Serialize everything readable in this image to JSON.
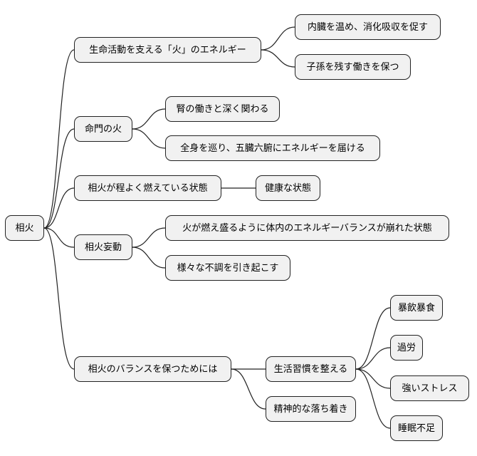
{
  "mindmap": {
    "root": "相火",
    "branch_life": "生命活動を支える「火」のエネルギー",
    "warm_organs": "内臓を温め、消化吸収を促す",
    "preserve_offspring": "子孫を残す働きを保つ",
    "branch_mingmen": "命門の火",
    "kidney_function": "腎の働きと深く関わる",
    "circulate_body": "全身を巡り、五臓六腑にエネルギーを届ける",
    "branch_balanced": "相火が程よく燃えている状態",
    "healthy_state": "健康な状態",
    "branch_wangdong": "相火妄動",
    "imbalance": "火が燃え盛るように体内のエネルギーバランスが崩れた状態",
    "disorders": "様々な不調を引き起こす",
    "branch_keep_balance": "相火のバランスを保つためには",
    "habits": "生活習慣を整える",
    "overeating": "暴飲暴食",
    "overwork": "過労",
    "stress": "強いストレス",
    "sleep_lack": "睡眠不足",
    "mental_calm": "精神的な落ち着き"
  }
}
